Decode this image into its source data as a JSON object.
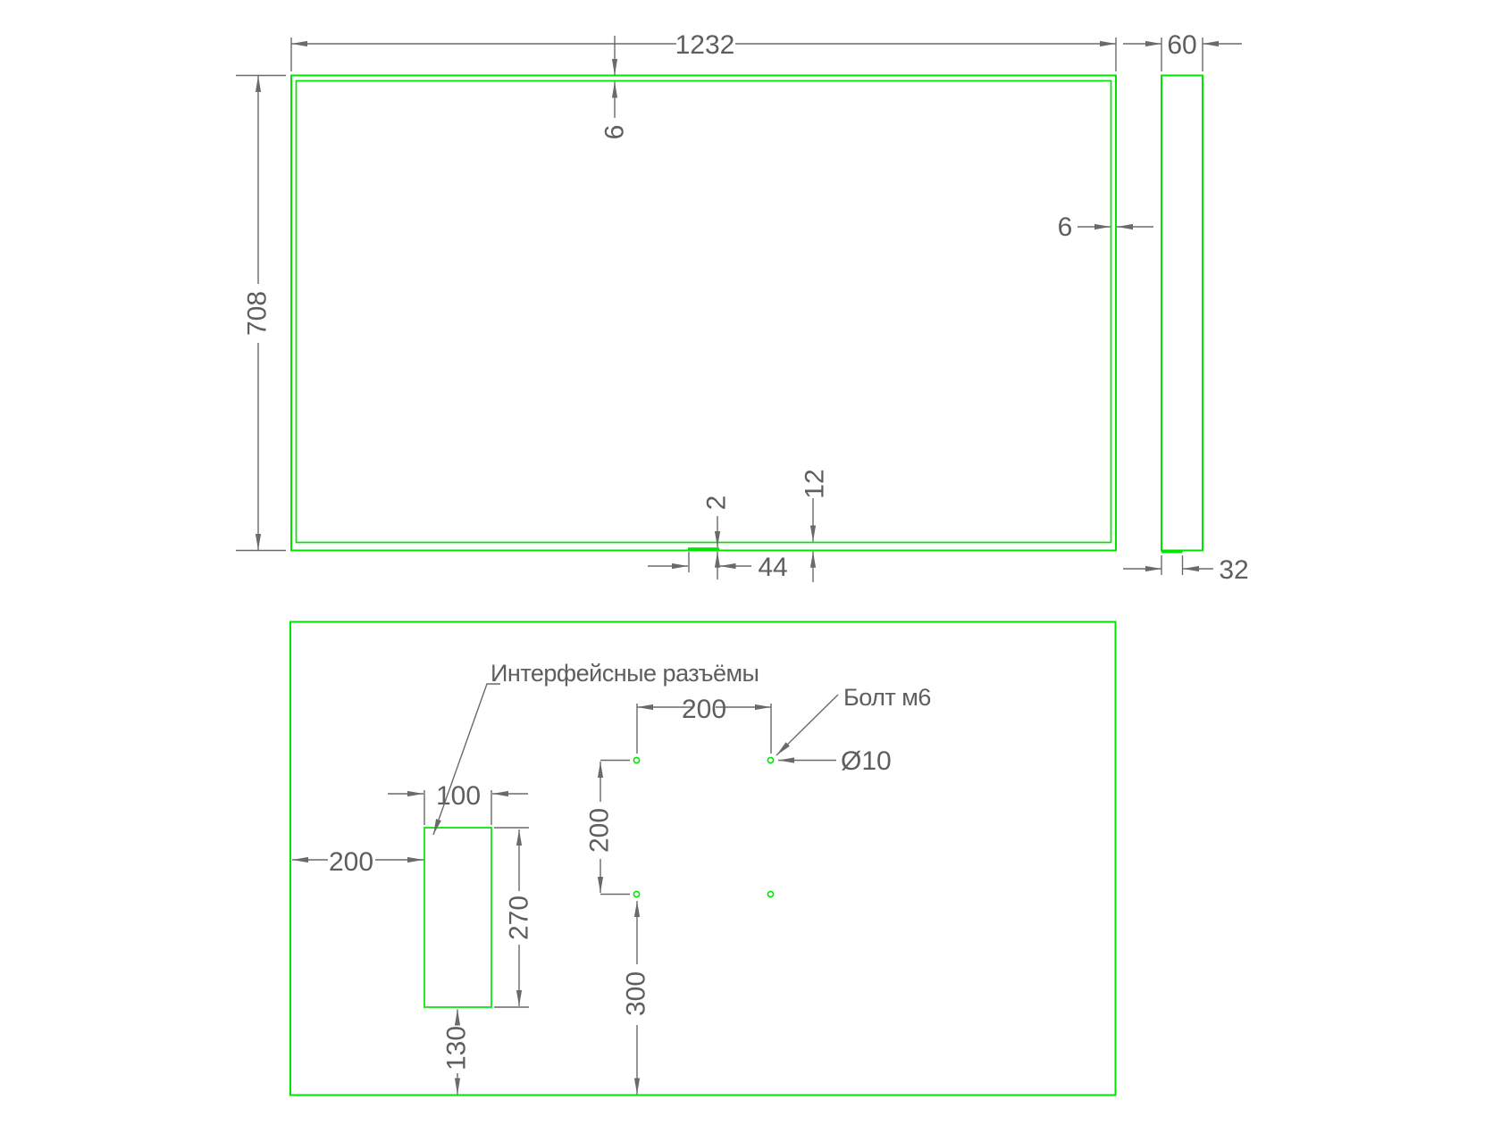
{
  "colors": {
    "background": "#ffffff",
    "outline": "#00e400",
    "dimension": "#6a6a6a",
    "text": "#5e5e5e"
  },
  "front_view": {
    "width": "1232",
    "height": "708",
    "top_frame_inset": "6",
    "right_frame_inset": "6",
    "bottom_frame_inset": "12",
    "notch_width": "44",
    "notch_height": "2"
  },
  "side_view": {
    "depth": "60",
    "bottom_tab_depth": "32"
  },
  "rear_view": {
    "connectors_label": "Интерфейсные разъёмы",
    "bolt_label": "Болт м6",
    "hole_diameter": "Ø10",
    "hole_spacing_horizontal": "200",
    "hole_spacing_vertical": "200",
    "hole_to_bottom_edge": "300",
    "cutout_width": "100",
    "cutout_left_offset": "200",
    "cutout_height": "270",
    "cutout_bottom_offset": "130"
  }
}
